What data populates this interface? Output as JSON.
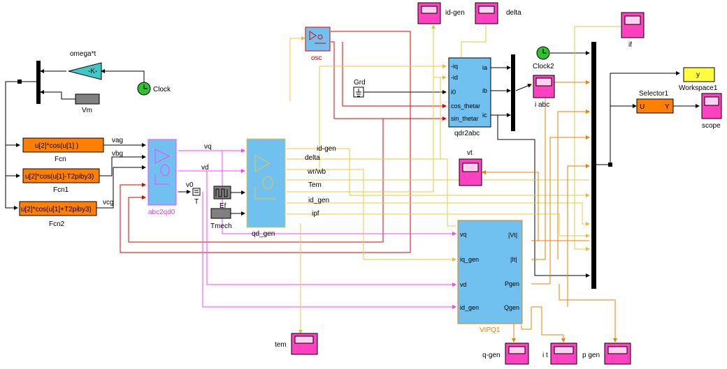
{
  "diagram": {
    "blocks": {
      "omega_t_gain": {
        "title": "omega*t",
        "text": "-K-"
      },
      "clock": {
        "label": "Clock"
      },
      "clock2": {
        "label": "Clock2"
      },
      "vm": {
        "label": "Vm"
      },
      "fcn": {
        "expr": "u[2]*cos(u[1] )",
        "label": "Fcn"
      },
      "fcn1": {
        "expr": "u[2]*cos(u[1]-T2piby3)",
        "label": "Fcn1"
      },
      "fcn2": {
        "expr": "u[2]*cos(u[1]+T2piby3)",
        "label": "Fcn2"
      },
      "abc2qd0": {
        "label": "abc2qd0"
      },
      "qd_gen": {
        "label": "qd_gen"
      },
      "osc": {
        "label": "osc"
      },
      "grd": {
        "label": "Grd"
      },
      "qdr2abc": {
        "label": "qdr2abc",
        "inports": [
          "-iq",
          "-id",
          "i0",
          "cos_thetar",
          "sin_thetar"
        ],
        "outports": [
          "ia",
          "ib",
          "ic"
        ]
      },
      "vipq1": {
        "label": "VIPQ1",
        "inports": [
          "vq",
          "iq_gen",
          "vd",
          "id_gen"
        ],
        "outports": [
          "|Vt|",
          "|It|",
          "Pgen",
          "Qgen"
        ]
      },
      "ef": {
        "label": "Ef"
      },
      "tmech": {
        "label": "Tmech"
      },
      "terminator": {
        "label": "T"
      },
      "selector1": {
        "label": "Selector1",
        "u": "U",
        "y": "Y"
      },
      "workspace1": {
        "label": "Workspace1",
        "text": "y"
      }
    },
    "scopes": {
      "id_gen": "id-gen",
      "delta": "delta",
      "if": "if",
      "i_abc": "i abc",
      "vt": "vt",
      "scope": "scope",
      "tem": "tem",
      "q_gen": "q-gen",
      "i_t": "i t",
      "p_gen": "p gen"
    },
    "signals": {
      "vag": "vag",
      "vbg": "vbg",
      "vcg": "vcg",
      "vq": "vq",
      "vd": "vd",
      "v0": "v0",
      "id_gen": "id-gen",
      "delta": "delta",
      "wr_wb": "wr/wb",
      "tem": "Tem",
      "id_gen2": "id_gen",
      "ipf": "ipf"
    },
    "colors": {
      "red": "#e00000",
      "magenta": "#ff00ff",
      "orange": "#f08000",
      "yellow": "#e8c840",
      "black": "#000000",
      "block_blue": "#70c0f0",
      "block_orange": "#ff8000",
      "scope_pink": "#ff40c0"
    }
  }
}
